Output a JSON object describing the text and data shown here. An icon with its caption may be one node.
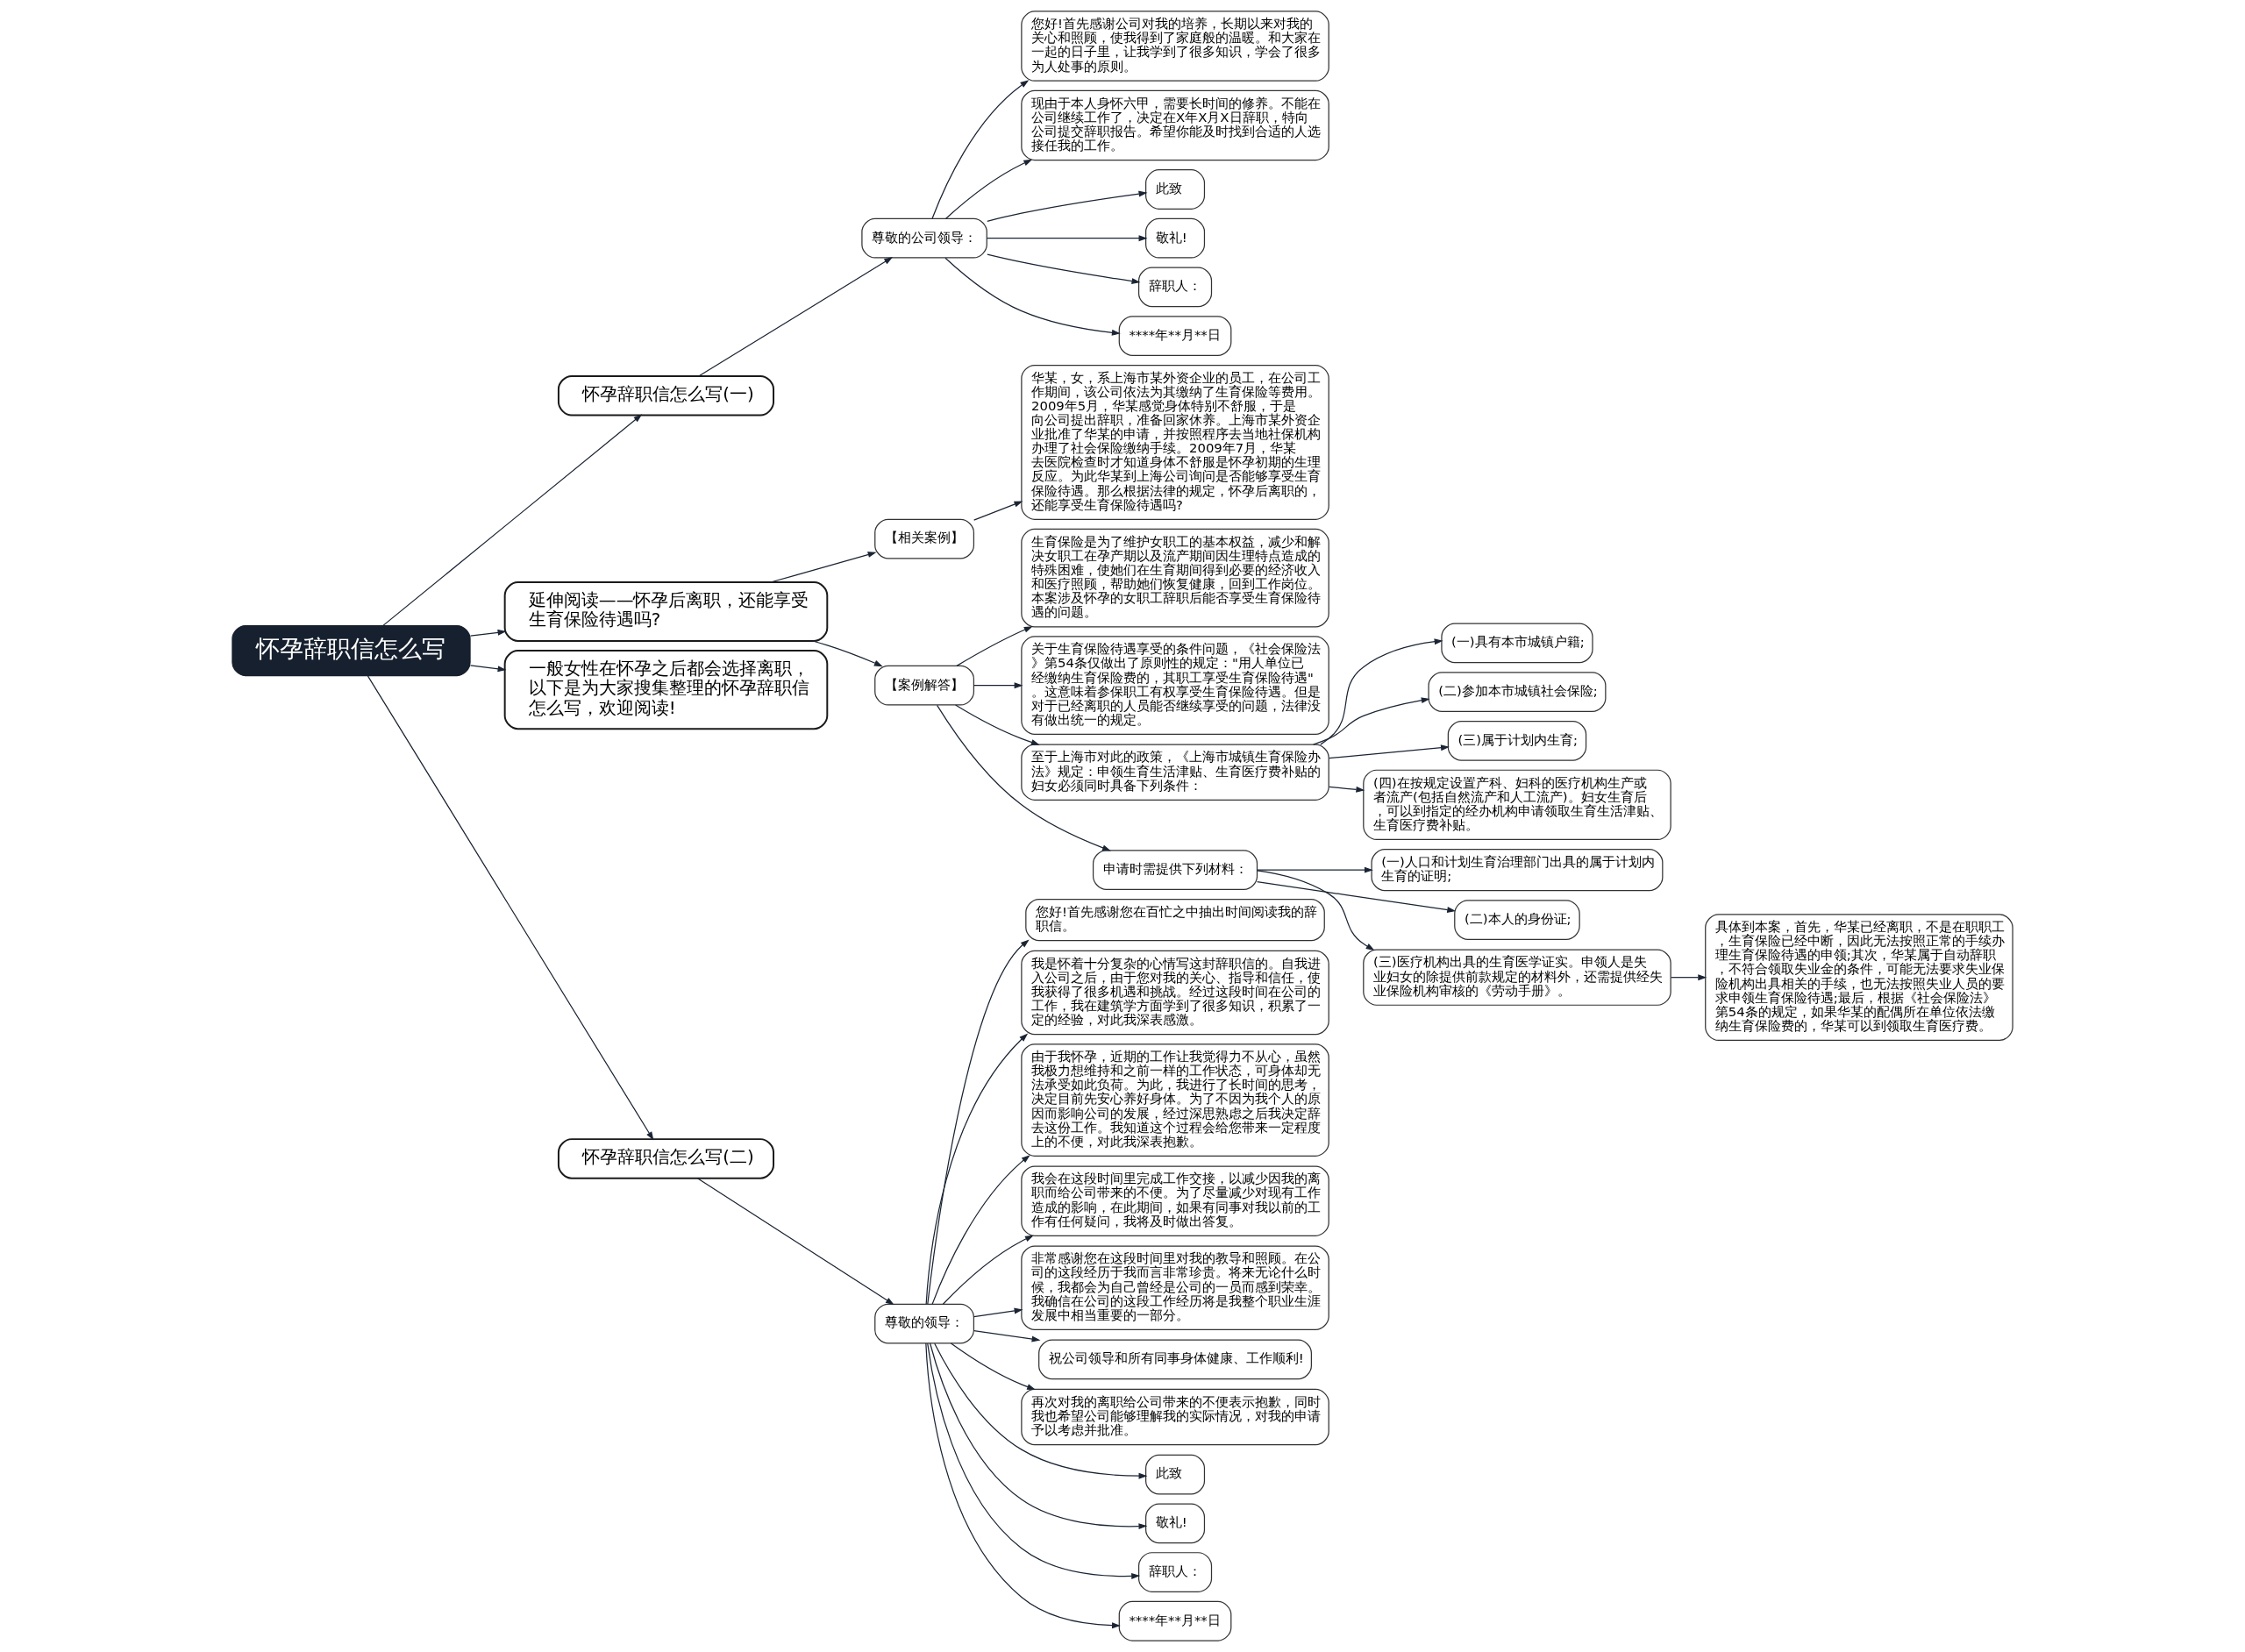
{
  "diagram": {
    "nodes": [
      {
        "text": [
          "怀孕辞职信怎么写"
        ]
      },
      {
        "text": [
          "怀孕辞职信怎么写(一)"
        ]
      },
      {
        "text": [
          "尊敬的公司领导："
        ]
      },
      {
        "text": [
          "您好!首先感谢公司对我的培养，长期以来对我的关心和照顾，使我得到了家庭般的温暖。和大家在一起的日子里，让我学到了很多知识，学会了很多为人处事的原则。"
        ]
      },
      {
        "text": [
          "现由于本人身怀六甲，需要长时间的修养。不能在公司继续工作了，决定在X年X月X日辞职，特向公司提交辞职报告。希望你能及时找到合适的人选接任我的工作。"
        ]
      },
      {
        "text": [
          "此致"
        ]
      },
      {
        "text": [
          "敬礼!"
        ]
      },
      {
        "text": [
          "辞职人："
        ]
      },
      {
        "text": [
          "****年**月**日"
        ]
      },
      {
        "text": [
          "延伸阅读——怀孕后离职，还能享受生育保险待遇吗?"
        ]
      },
      {
        "text": [
          "【相关案例】"
        ]
      },
      {
        "text": [
          "华某，女，系上海市某外资企业的员工，在公司工作期间，该公司依法为其缴纳了生育保险等费用。2009年5月，华某感觉身体特别不舒服，于是向公司提出辞职，准备回家休养。上海市某外资企业批准了华某的申请，并按照程序去当地社保机构办理了社会保险缴纳手续。2009年7月，华某去医院检查时才知道身体不舒服是怀孕初期的生理反应。为此华某到上海公司询问是否能够享受生育保险待遇。那么根据法律的规定，怀孕后离职的，还能享受生育保险待遇吗?"
        ]
      },
      {
        "text": [
          "【案例解答】"
        ]
      },
      {
        "text": [
          "生育保险是为了维护女职工的基本权益，减少和解决女职工在孕产期以及流产期间因生理特点造成的特殊困难，使她们在生育期间得到必要的经济收入和医疗照顾，帮助她们恢复健康，回到工作岗位。本案涉及怀孕的女职工辞职后能否享受生育保险待遇的问题。"
        ]
      },
      {
        "text": [
          "关于生育保险待遇享受的条件问题，《社会保险法》第54条仅做出了原则性的规定：\"用人单位已经缴纳生育保险费的，其职工享受生育保险待遇\"。这意味着参保职工有权享受生育保险待遇。但是对于已经离职的人员能否继续享受的问题，法律没有做出统一的规定。"
        ]
      },
      {
        "text": [
          "至于上海市对此的政策，《上海市城镇生育保险办法》规定：申领生育生活津贴、生育医疗费补贴的妇女必须同时具备下列条件："
        ]
      },
      {
        "text": [
          "(一)具有本市城镇户籍;"
        ]
      },
      {
        "text": [
          "(二)参加本市城镇社会保险;"
        ]
      },
      {
        "text": [
          "(三)属于计划内生育;"
        ]
      },
      {
        "text": [
          "(四)在按规定设置产科、妇科的医疗机构生产或者流产(包括自然流产和人工流产)。妇女生育后，可以到指定的经办机构申请领取生育生活津贴、生育医疗费补贴。"
        ]
      },
      {
        "text": [
          "申请时需提供下列材料："
        ]
      },
      {
        "text": [
          "(一)人口和计划生育治理部门出具的属于计划内生育的证明;"
        ]
      },
      {
        "text": [
          "(二)本人的身份证;"
        ]
      },
      {
        "text": [
          "(三)医疗机构出具的生育医学证实。申领人是失业妇女的除提供前款规定的材料外，还需提供经失业保险机构审核的《劳动手册》。"
        ]
      },
      {
        "text": [
          "具体到本案，首先，华某已经离职，不是在职职工，生育保险已经中断，因此无法按照正常的手续办理生育保险待遇的申领;其次，华某属于自动辞职，不符合领取失业金的条件，可能无法要求失业保险机构出具相关的手续，也无法按照失业人员的要求申领生育保险待遇;最后，根据《社会保险法》第54条的规定，如果华某的配偶所在单位依法缴纳生育保险费的，华某可以到领取生育医疗费。"
        ]
      },
      {
        "text": [
          "一般女性在怀孕之后都会选择离职，以下是为大家搜集整理的怀孕辞职信怎么写，欢迎阅读!"
        ]
      },
      {
        "text": [
          "怀孕辞职信怎么写(二)"
        ]
      },
      {
        "text": [
          "尊敬的领导："
        ]
      },
      {
        "text": [
          "您好!首先感谢您在百忙之中抽出时间阅读我的辞职信。"
        ]
      },
      {
        "text": [
          "我是怀着十分复杂的心情写这封辞职信的。自我进入公司之后，由于您对我的关心、指导和信任，使我获得了很多机遇和挑战。经过这段时间在公司的工作，我在建筑学方面学到了很多知识，积累了一定的经验，对此我深表感激。"
        ]
      },
      {
        "text": [
          "由于我怀孕，近期的工作让我觉得力不从心，虽然我极力想维持和之前一样的工作状态，可身体却无法承受如此负荷。为此，我进行了长时间的思考，决定目前先安心养好身体。为了不因为我个人的原因而影响公司的发展，经过深思熟虑之后我决定辞去这份工作。我知道这个过程会给您带来一定程度上的不便，对此我深表抱歉。"
        ]
      },
      {
        "text": [
          "我会在这段时间里完成工作交接，以减少因我的离职而给公司带来的不便。为了尽量减少对现有工作造成的影响，在此期间，如果有同事对我以前的工作有任何疑问，我将及时做出答复。"
        ]
      },
      {
        "text": [
          "非常感谢您在这段时间里对我的教导和照顾。在公司的这段经历于我而言非常珍贵。将来无论什么时候，我都会为自己曾经是公司的一员而感到荣幸。我确信在公司的这段工作经历将是我整个职业生涯发展中相当重要的一部分。"
        ]
      },
      {
        "text": [
          "祝公司领导和所有同事身体健康、工作顺利!"
        ]
      },
      {
        "text": [
          "再次对我的离职给公司带来的不便表示抱歉，同时我也希望公司能够理解我的实际情况，对我的申请予以考虑并批准。"
        ]
      },
      {
        "text": [
          "此致"
        ]
      },
      {
        "text": [
          "敬礼!"
        ]
      },
      {
        "text": [
          "辞职人："
        ]
      },
      {
        "text": [
          "****年**月**日"
        ]
      }
    ],
    "edges": [
      {
        "from": 0,
        "to": 1,
        "arrow": "to"
      },
      {
        "from": 1,
        "to": 2,
        "arrow": "to"
      },
      {
        "from": 2,
        "to": 3,
        "arrow": "to"
      },
      {
        "from": 2,
        "to": 4,
        "arrow": "to"
      },
      {
        "from": 2,
        "to": 5,
        "arrow": "to"
      },
      {
        "from": 2,
        "to": 6,
        "arrow": "to"
      },
      {
        "from": 2,
        "to": 7,
        "arrow": "to"
      },
      {
        "from": 2,
        "to": 8,
        "arrow": "to"
      },
      {
        "from": 0,
        "to": 9,
        "arrow": "to"
      },
      {
        "from": 9,
        "to": 10,
        "arrow": "to"
      },
      {
        "from": 10,
        "to": 11,
        "arrow": "to"
      },
      {
        "from": 9,
        "to": 12,
        "arrow": "to"
      },
      {
        "from": 12,
        "to": 13,
        "arrow": "to"
      },
      {
        "from": 12,
        "to": 14,
        "arrow": "to"
      },
      {
        "from": 12,
        "to": 15,
        "arrow": "to"
      },
      {
        "from": 15,
        "to": 16,
        "arrow": "to"
      },
      {
        "from": 15,
        "to": 17,
        "arrow": "to"
      },
      {
        "from": 15,
        "to": 18,
        "arrow": "to"
      },
      {
        "from": 15,
        "to": 19,
        "arrow": "to"
      },
      {
        "from": 12,
        "to": 20,
        "arrow": "to"
      },
      {
        "from": 20,
        "to": 21,
        "arrow": "to"
      },
      {
        "from": 20,
        "to": 22,
        "arrow": "to"
      },
      {
        "from": 20,
        "to": 23,
        "arrow": "to"
      },
      {
        "from": 23,
        "to": 24,
        "arrow": "to"
      },
      {
        "from": 0,
        "to": 25,
        "arrow": "to"
      },
      {
        "from": 0,
        "to": 26,
        "arrow": "to"
      },
      {
        "from": 26,
        "to": 27,
        "arrow": "to"
      },
      {
        "from": 27,
        "to": 28,
        "arrow": "to"
      },
      {
        "from": 27,
        "to": 29,
        "arrow": "to"
      },
      {
        "from": 27,
        "to": 30,
        "arrow": "to"
      },
      {
        "from": 27,
        "to": 31,
        "arrow": "to"
      },
      {
        "from": 27,
        "to": 32,
        "arrow": "to"
      },
      {
        "from": 27,
        "to": 33,
        "arrow": "to"
      },
      {
        "from": 27,
        "to": 34,
        "arrow": "to"
      },
      {
        "from": 27,
        "to": 35,
        "arrow": "to"
      },
      {
        "from": 27,
        "to": 36,
        "arrow": "to"
      },
      {
        "from": 27,
        "to": 37,
        "arrow": "to"
      },
      {
        "from": 27,
        "to": 38,
        "arrow": "to"
      }
    ]
  }
}
